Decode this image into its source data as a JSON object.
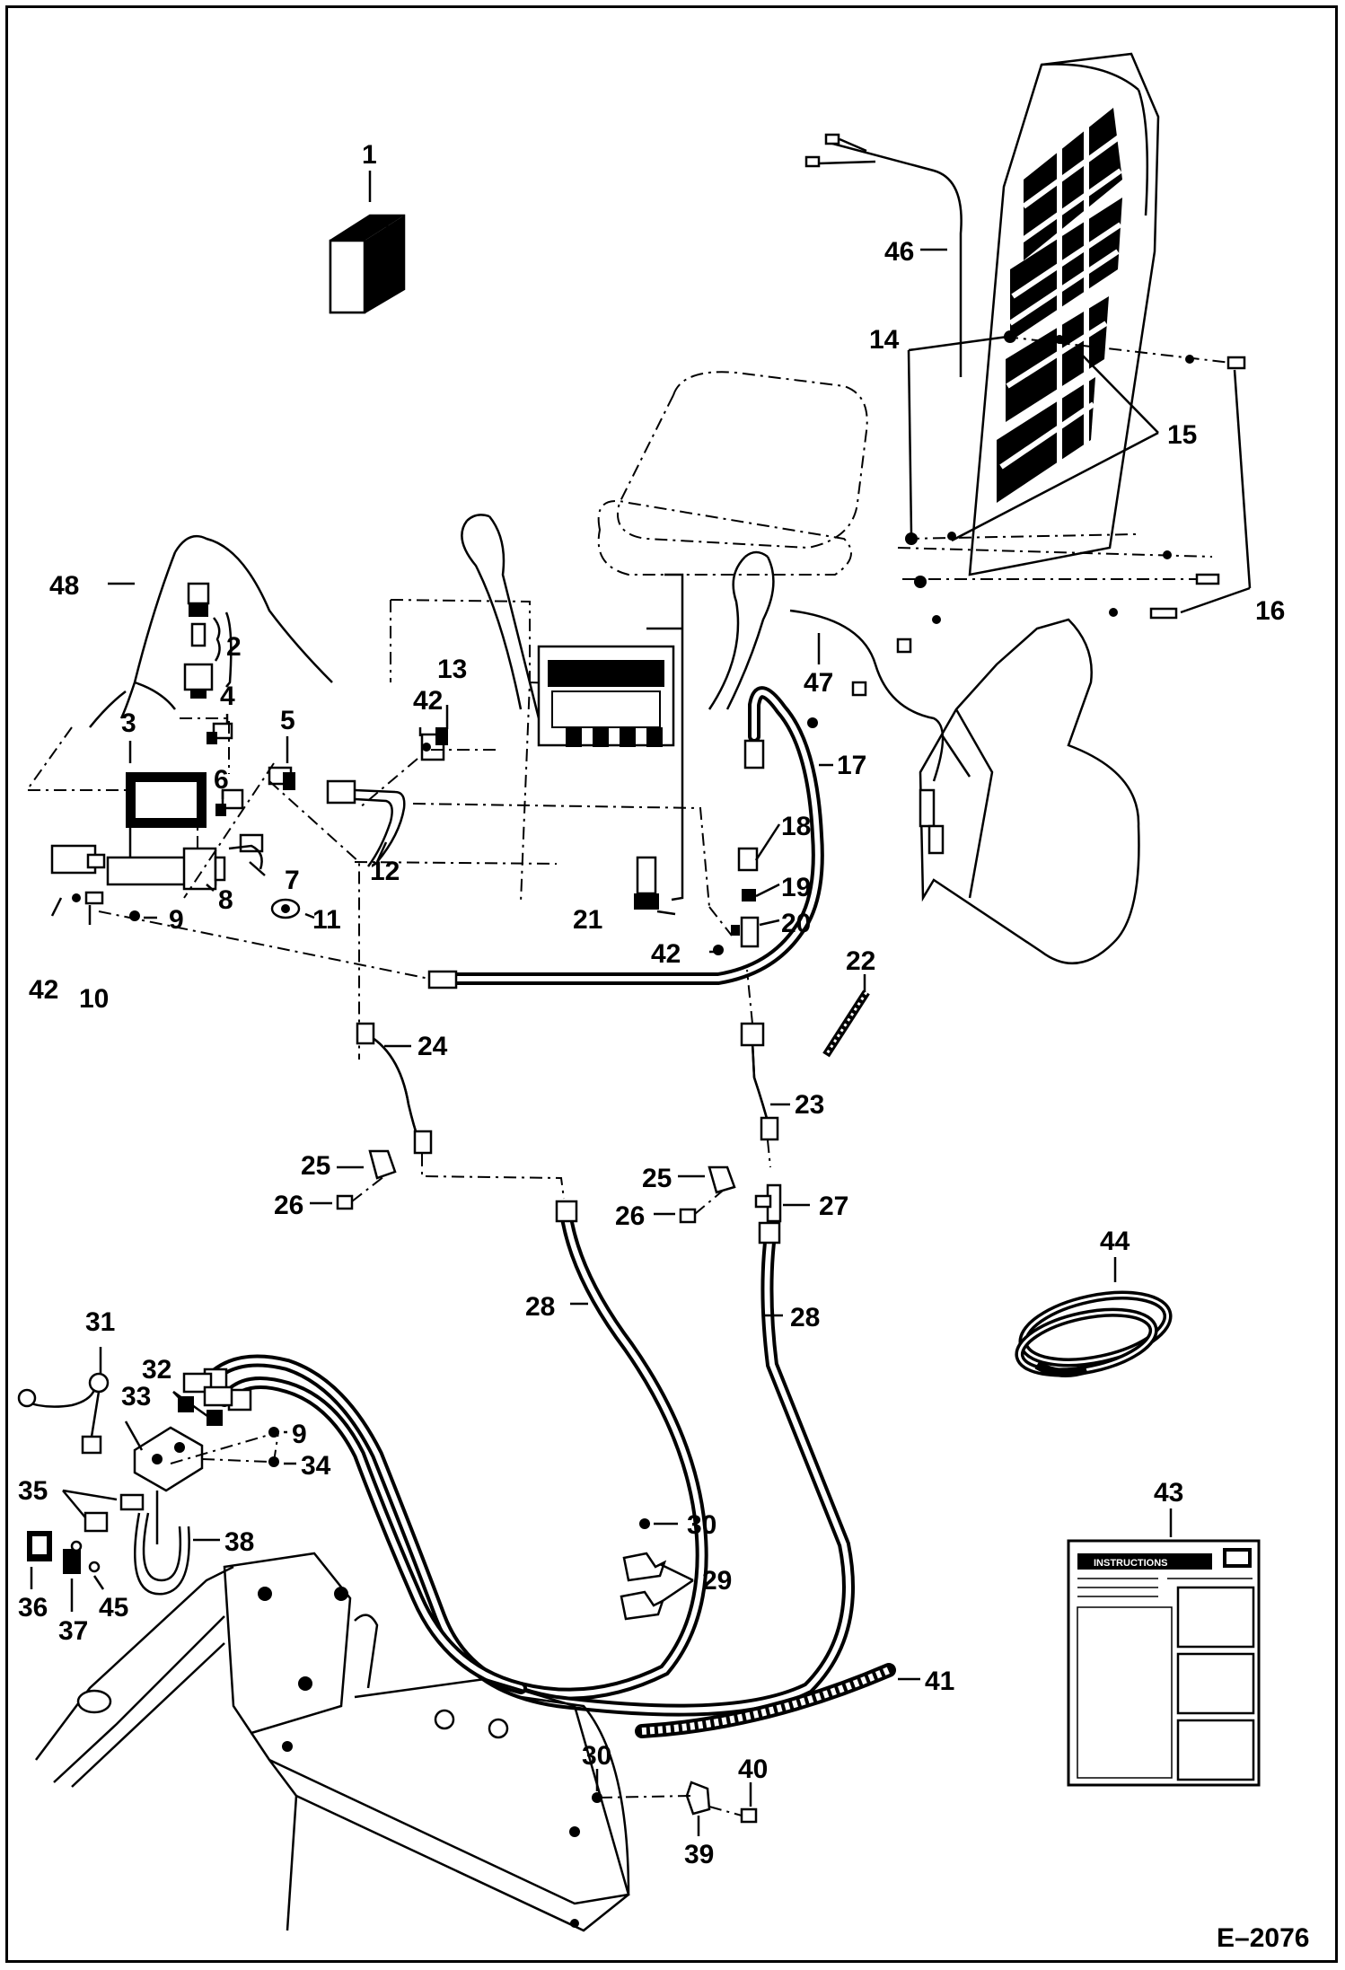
{
  "diagram": {
    "reference": "E–2076",
    "callouts": [
      {
        "id": "c1",
        "text": "1"
      },
      {
        "id": "c2",
        "text": "2"
      },
      {
        "id": "c3",
        "text": "3"
      },
      {
        "id": "c4",
        "text": "4"
      },
      {
        "id": "c5",
        "text": "5"
      },
      {
        "id": "c6",
        "text": "6"
      },
      {
        "id": "c7",
        "text": "7"
      },
      {
        "id": "c8",
        "text": "8"
      },
      {
        "id": "c9a",
        "text": "9"
      },
      {
        "id": "c9b",
        "text": "9"
      },
      {
        "id": "c10",
        "text": "10"
      },
      {
        "id": "c11",
        "text": "11"
      },
      {
        "id": "c12",
        "text": "12"
      },
      {
        "id": "c13",
        "text": "13"
      },
      {
        "id": "c14",
        "text": "14"
      },
      {
        "id": "c15",
        "text": "15"
      },
      {
        "id": "c16",
        "text": "16"
      },
      {
        "id": "c17",
        "text": "17"
      },
      {
        "id": "c18",
        "text": "18"
      },
      {
        "id": "c19",
        "text": "19"
      },
      {
        "id": "c20",
        "text": "20"
      },
      {
        "id": "c21",
        "text": "21"
      },
      {
        "id": "c22",
        "text": "22"
      },
      {
        "id": "c23",
        "text": "23"
      },
      {
        "id": "c24",
        "text": "24"
      },
      {
        "id": "c25a",
        "text": "25"
      },
      {
        "id": "c25b",
        "text": "25"
      },
      {
        "id": "c26a",
        "text": "26"
      },
      {
        "id": "c26b",
        "text": "26"
      },
      {
        "id": "c27",
        "text": "27"
      },
      {
        "id": "c28a",
        "text": "28"
      },
      {
        "id": "c28b",
        "text": "28"
      },
      {
        "id": "c29",
        "text": "29"
      },
      {
        "id": "c30a",
        "text": "30"
      },
      {
        "id": "c30b",
        "text": "30"
      },
      {
        "id": "c31",
        "text": "31"
      },
      {
        "id": "c32",
        "text": "32"
      },
      {
        "id": "c33",
        "text": "33"
      },
      {
        "id": "c34",
        "text": "34"
      },
      {
        "id": "c35",
        "text": "35"
      },
      {
        "id": "c36",
        "text": "36"
      },
      {
        "id": "c37",
        "text": "37"
      },
      {
        "id": "c38",
        "text": "38"
      },
      {
        "id": "c39",
        "text": "39"
      },
      {
        "id": "c40",
        "text": "40"
      },
      {
        "id": "c41",
        "text": "41"
      },
      {
        "id": "c42a",
        "text": "42"
      },
      {
        "id": "c42b",
        "text": "42"
      },
      {
        "id": "c42c",
        "text": "42"
      },
      {
        "id": "c43",
        "text": "43"
      },
      {
        "id": "c44",
        "text": "44"
      },
      {
        "id": "c45",
        "text": "45"
      },
      {
        "id": "c46",
        "text": "46"
      },
      {
        "id": "c47",
        "text": "47"
      },
      {
        "id": "c48",
        "text": "48"
      }
    ],
    "instruction_sheet": {
      "heading": "INSTRUCTIONS"
    }
  }
}
